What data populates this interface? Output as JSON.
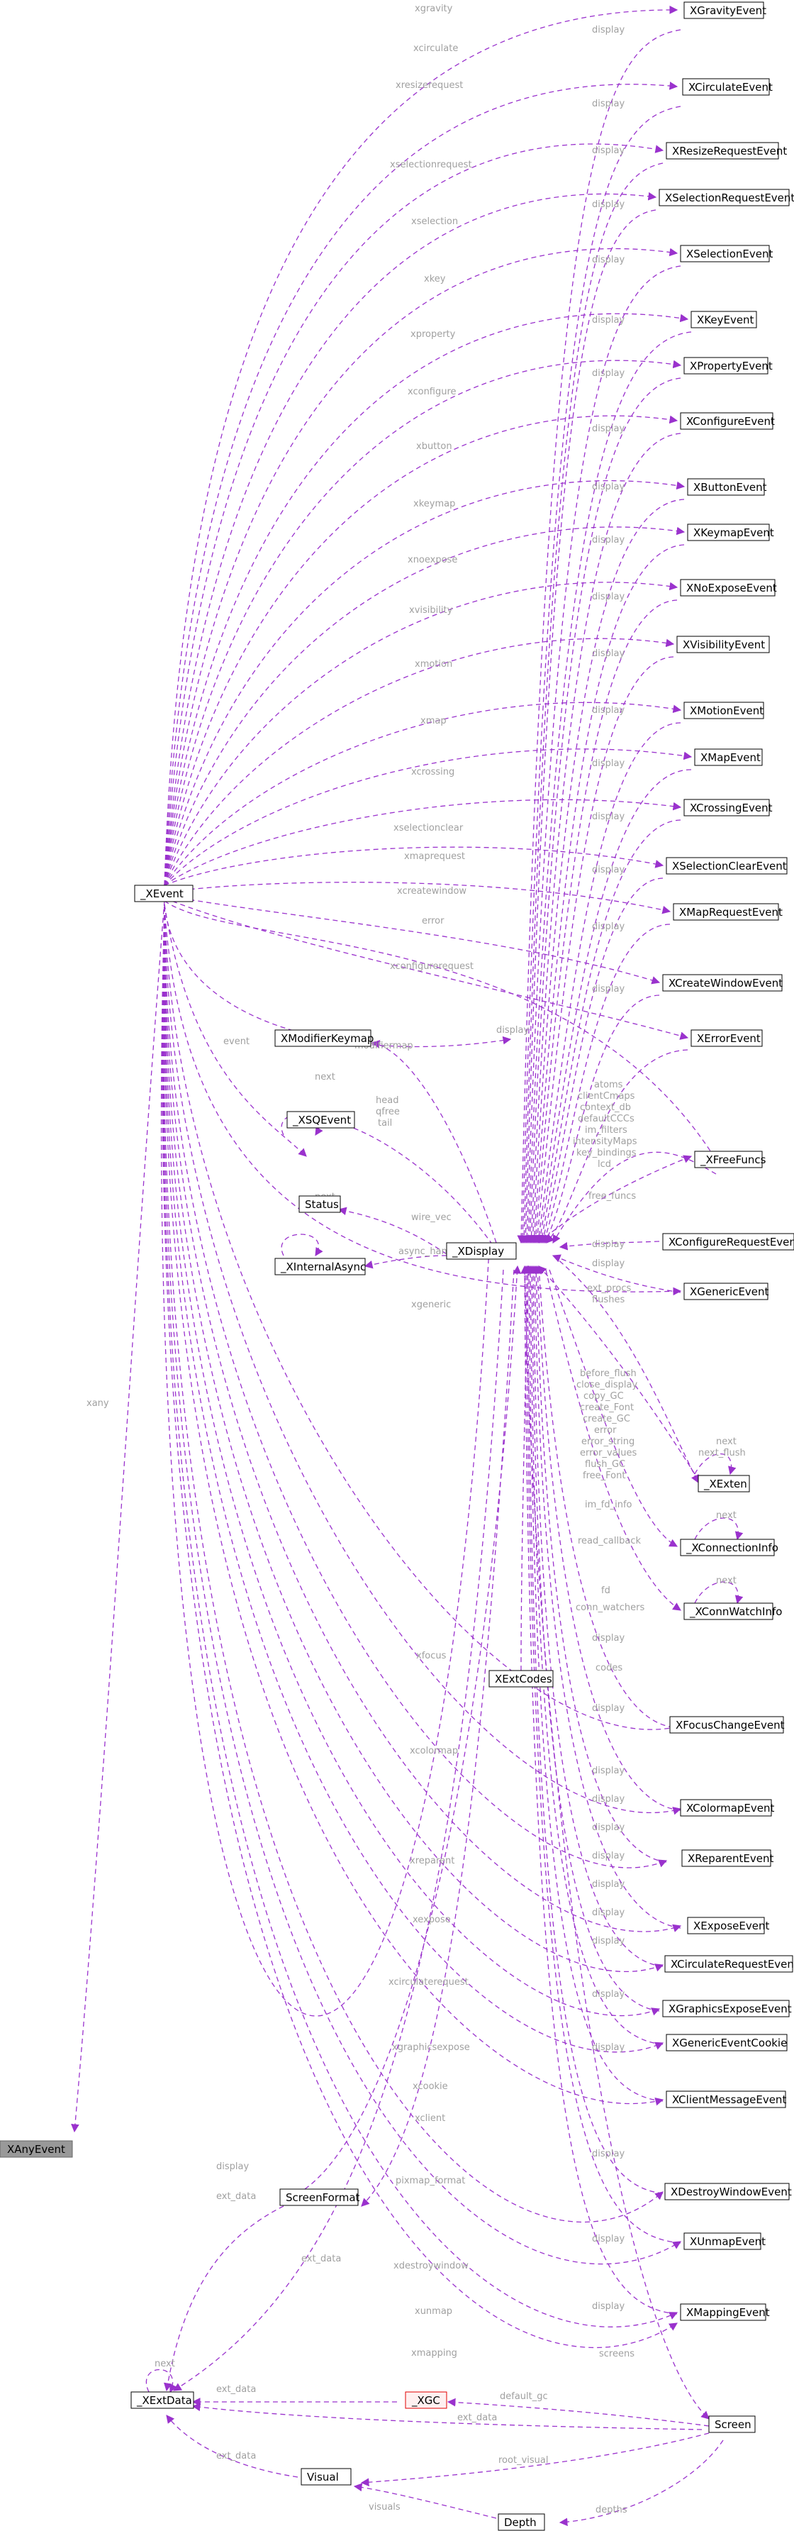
{
  "nodes": {
    "XAnyEvent": "XAnyEvent",
    "XEvent": "_XEvent",
    "XDisplay": "_XDisplay",
    "XExtData": "_XExtData",
    "XGC": "_XGC",
    "Screen": "Screen",
    "Visual": "Visual",
    "Depth": "Depth",
    "ScreenFormat": "ScreenFormat",
    "XExtCodes": "XExtCodes",
    "XModifierKeymap": "XModifierKeymap",
    "XSQEvent": "_XSQEvent",
    "Status": "Status",
    "XInternalAsync": "_XInternalAsync",
    "XFreeFuncs": "_XFreeFuncs",
    "XExten": "_XExten",
    "XConnectionInfo": "_XConnectionInfo",
    "XConnWatchInfo": "_XConnWatchInfo",
    "XGravityEvent": "XGravityEvent",
    "XCirculateEvent": "XCirculateEvent",
    "XResizeRequestEvent": "XResizeRequestEvent",
    "XSelectionRequestEvent": "XSelectionRequestEvent",
    "XSelectionEvent": "XSelectionEvent",
    "XKeyEvent": "XKeyEvent",
    "XPropertyEvent": "XPropertyEvent",
    "XConfigureEvent": "XConfigureEvent",
    "XButtonEvent": "XButtonEvent",
    "XKeymapEvent": "XKeymapEvent",
    "XNoExposeEvent": "XNoExposeEvent",
    "XVisibilityEvent": "XVisibilityEvent",
    "XMotionEvent": "XMotionEvent",
    "XMapEvent": "XMapEvent",
    "XCrossingEvent": "XCrossingEvent",
    "XSelectionClearEvent": "XSelectionClearEvent",
    "XMapRequestEvent": "XMapRequestEvent",
    "XCreateWindowEvent": "XCreateWindowEvent",
    "XErrorEvent": "XErrorEvent",
    "XConfigureRequestEvent": "XConfigureRequestEvent",
    "XGenericEvent": "XGenericEvent",
    "XFocusChangeEvent": "XFocusChangeEvent",
    "XColormapEvent": "XColormapEvent",
    "XReparentEvent": "XReparentEvent",
    "XExposeEvent": "XExposeEvent",
    "XCirculateRequestEvent": "XCirculateRequestEvent",
    "XGraphicsExposeEvent": "XGraphicsExposeEvent",
    "XGenericEventCookie": "XGenericEventCookie",
    "XClientMessageEvent": "XClientMessageEvent",
    "XDestroyWindowEvent": "XDestroyWindowEvent",
    "XUnmapEvent": "XUnmapEvent",
    "XMappingEvent": "XMappingEvent"
  },
  "labels": {
    "xgravity": "xgravity",
    "xcirculate": "xcirculate",
    "xresizerequest": "xresizerequest",
    "xselectionrequest": "xselectionrequest",
    "xselection": "xselection",
    "xkey": "xkey",
    "xproperty": "xproperty",
    "xconfigure": "xconfigure",
    "xbutton": "xbutton",
    "xkeymap": "xkeymap",
    "xnoexpose": "xnoexpose",
    "xvisibility": "xvisibility",
    "xmotion": "xmotion",
    "xmap": "xmap",
    "xcrossing": "xcrossing",
    "xselectionclear": "xselectionclear",
    "xmaprequest": "xmaprequest",
    "xcreatewindow": "xcreatewindow",
    "error": "error",
    "xconfigurerequest": "xconfigurerequest",
    "event": "event",
    "modifiermap": "modifiermap",
    "next": "next",
    "head_qfree_tail": [
      "head",
      "qfree",
      "tail"
    ],
    "wire_vec": "wire_vec",
    "async_handlers": "async_handlers",
    "xgeneric": "xgeneric",
    "xany": "xany",
    "display": "display",
    "xfocus": "xfocus",
    "xcolormap": "xcolormap",
    "xreparent": "xreparent",
    "xexpose": "xexpose",
    "xcirculaterequest": "xcirculaterequest",
    "xgraphicsexpose": "xgraphicsexpose",
    "xcookie": "xcookie",
    "xclient": "xclient",
    "pixmap_format": "pixmap_format",
    "ext_data": "ext_data",
    "xdestroywindow": "xdestroywindow",
    "xunmap": "xunmap",
    "xmapping": "xmapping",
    "default_gc": "default_gc",
    "screens": "screens",
    "root_visual": "root_visual",
    "visuals": "visuals",
    "depths": "depths",
    "free_funcs": "free_funcs",
    "display_atoms": [
      "atoms",
      "clientCmaps",
      "context_db",
      "defaultCCCs",
      "im_filters",
      "intensityMaps",
      "key_bindings",
      "lcd"
    ],
    "ext_procs_flushes": [
      "ext_procs",
      "flushes"
    ],
    "exten_labels": [
      "before_flush",
      "close_display",
      "copy_GC",
      "create_Font",
      "create_GC",
      "error",
      "error_string",
      "error_values",
      "flush_GC",
      "free_Font"
    ],
    "next_free_flush": [
      "next",
      "next_flush"
    ],
    "im_fd_info": "im_fd_info",
    "read_callback": "read_callback",
    "conn_watchers": "conn_watchers",
    "fd": "fd",
    "codes": "codes"
  }
}
